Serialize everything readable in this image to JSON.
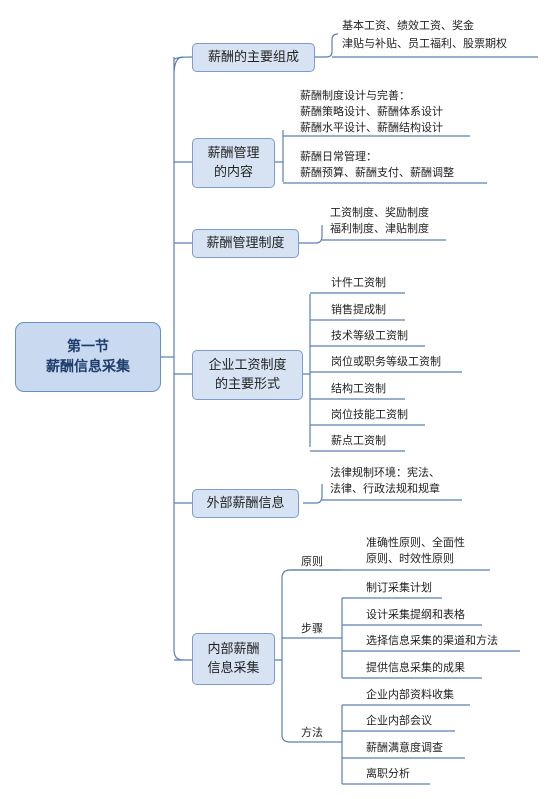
{
  "root": {
    "line1": "第一节",
    "line2": "薪酬信息采集"
  },
  "branches": {
    "composition": {
      "title": "薪酬的主要组成",
      "lines": [
        "基本工资、绩效工资、奖金",
        "津贴与补贴、员工福利、股票期权"
      ]
    },
    "management_content": {
      "title_line1": "薪酬管理",
      "title_line2": "的内容",
      "design": [
        "薪酬制度设计与完善：",
        "薪酬策略设计、薪酬体系设计",
        "薪酬水平设计、薪酬结构设计"
      ],
      "daily": [
        "薪酬日常管理：",
        "薪酬预算、薪酬支付、薪酬调整"
      ]
    },
    "system": {
      "title": "薪酬管理制度",
      "lines": [
        "工资制度、奖励制度",
        "福利制度、津贴制度"
      ]
    },
    "wage_forms": {
      "title_line1": "企业工资制度",
      "title_line2": "的主要形式",
      "items": [
        "计件工资制",
        "销售提成制",
        "技术等级工资制",
        "岗位或职务等级工资制",
        "结构工资制",
        "岗位技能工资制",
        "薪点工资制"
      ]
    },
    "external": {
      "title": "外部薪酬信息",
      "lines": [
        "法律规制环境：宪法、",
        "法律、行政法规和规章"
      ]
    },
    "internal": {
      "title_line1": "内部薪酬",
      "title_line2": "信息采集",
      "principle": {
        "label": "原则",
        "lines": [
          "准确性原则、全面性",
          "原则、时效性原则"
        ]
      },
      "steps": {
        "label": "步骤",
        "items": [
          "制订采集计划",
          "设计采集提纲和表格",
          "选择信息采集的渠道和方法",
          "提供信息采集的成果"
        ]
      },
      "methods": {
        "label": "方法",
        "items": [
          "企业内部资料收集",
          "企业内部会议",
          "薪酬满意度调查",
          "离职分析"
        ]
      }
    }
  },
  "colors": {
    "connector": "#5b7fb5",
    "root_fill": "#c9d9ef",
    "node_fill": "#d7e3f3"
  }
}
